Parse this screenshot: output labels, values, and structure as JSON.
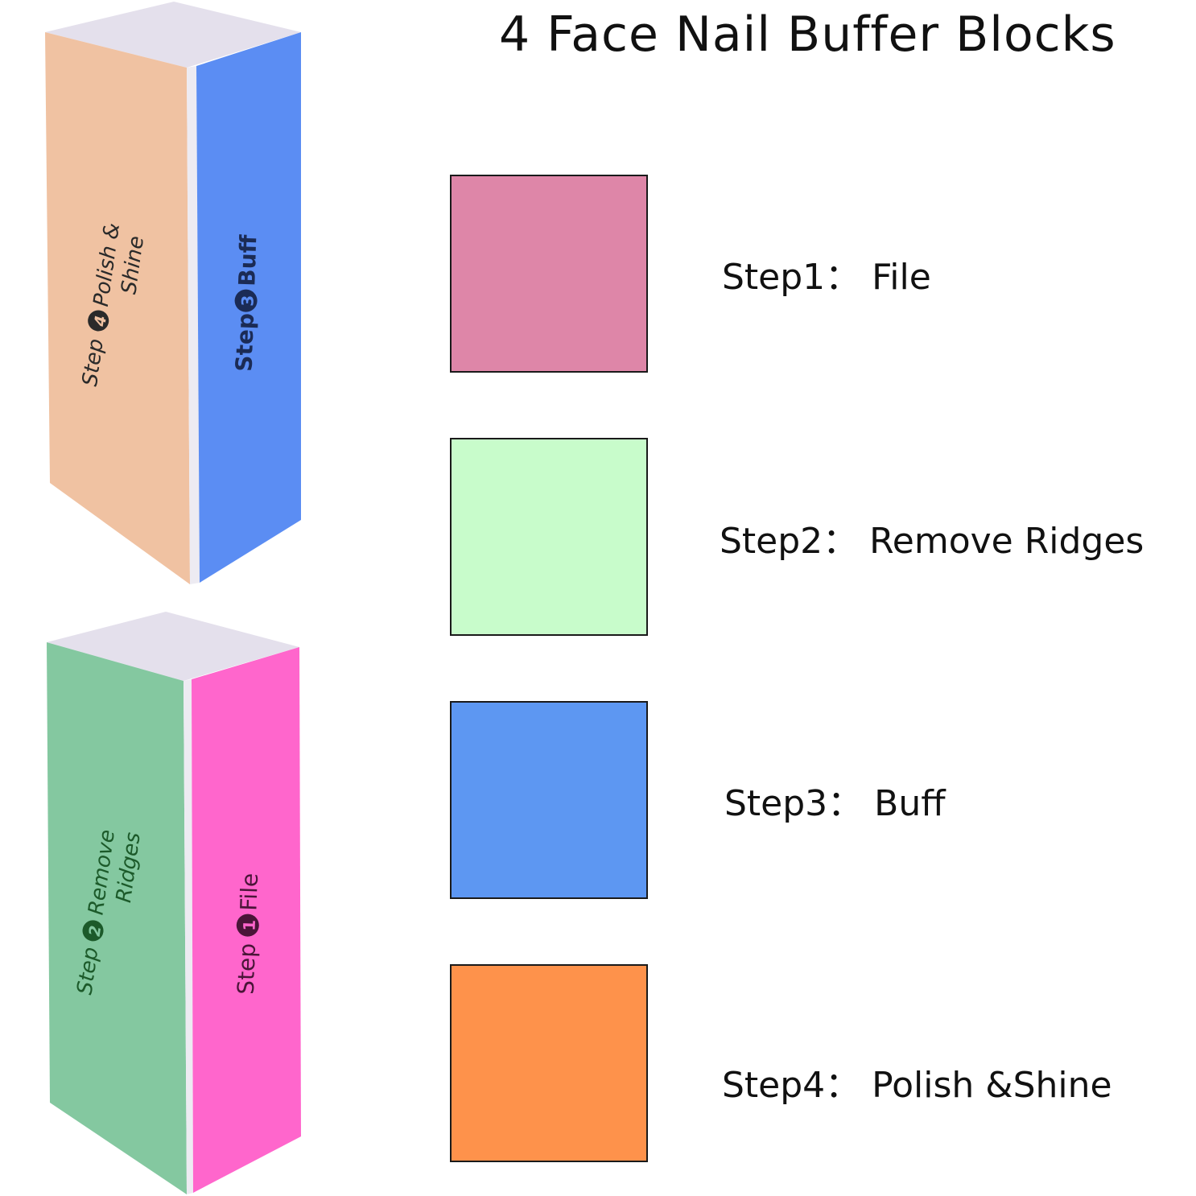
{
  "title": "4 Face Nail Buffer Blocks",
  "steps": [
    {
      "label": "Step1：  File",
      "color": "#DE86A8"
    },
    {
      "label": "Step2：  Remove Ridges",
      "color": "#C8FCCB"
    },
    {
      "label": "Step3：  Buff",
      "color": "#5D97F2"
    },
    {
      "label": "Step4：  Polish &Shine",
      "color": "#FE924B"
    }
  ],
  "blocks": {
    "top": {
      "left_face": {
        "step_word": "Step",
        "number": "4",
        "text_line1": "Polish &",
        "text_line2": "Shine",
        "color": "#F0C2A2",
        "text_color": "#2A2A2A"
      },
      "right_face": {
        "step_word": "Step",
        "number": "3",
        "text": "Buff",
        "color": "#5B8DF3",
        "text_color": "#1B2B55"
      }
    },
    "bottom": {
      "left_face": {
        "step_word": "Step",
        "number": "2",
        "text_line1": "Remove",
        "text_line2": "Ridges",
        "color": "#84C8A0",
        "text_color": "#1C5A2A"
      },
      "right_face": {
        "step_word": "Step",
        "number": "1",
        "text": "File",
        "color": "#FF66CC",
        "text_color": "#4A1538"
      }
    }
  }
}
